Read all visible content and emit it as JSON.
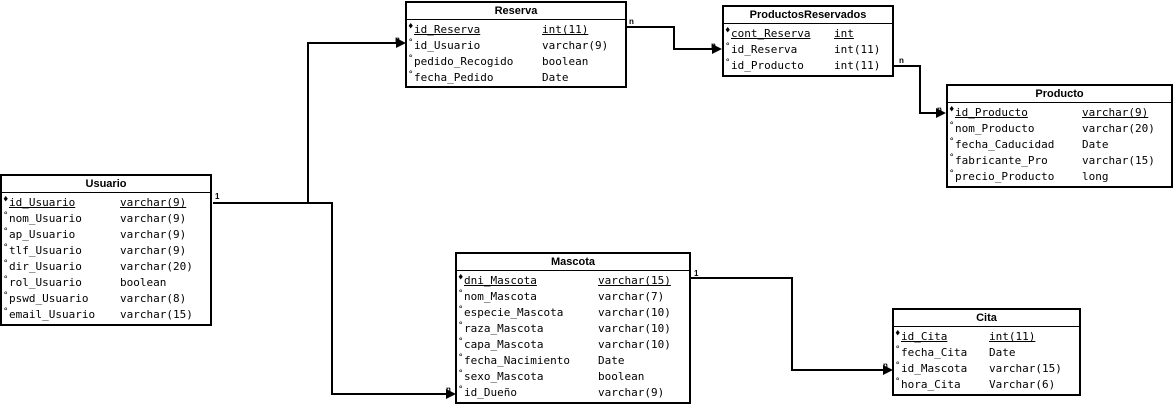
{
  "entities": {
    "reserva": {
      "title": "Reserva",
      "attributes": [
        {
          "marker": "♦",
          "name": "id_Reserva",
          "type": "int(11)",
          "pk": true
        },
        {
          "marker": "°",
          "name": "id_Usuario",
          "type": "varchar(9)"
        },
        {
          "marker": "°",
          "name": "pedido_Recogido",
          "type": "boolean"
        },
        {
          "marker": "°",
          "name": "fecha_Pedido",
          "type": "Date"
        }
      ]
    },
    "productos_reservados": {
      "title": "ProductosReservados",
      "attributes": [
        {
          "marker": "♦",
          "name": "cont_Reserva",
          "type": "int",
          "pk": true
        },
        {
          "marker": "°",
          "name": "id_Reserva",
          "type": "int(11)"
        },
        {
          "marker": "°",
          "name": "id_Producto",
          "type": "int(11)"
        }
      ]
    },
    "producto": {
      "title": "Producto",
      "attributes": [
        {
          "marker": "♦",
          "name": "id_Producto",
          "type": "varchar(9)",
          "pk": true
        },
        {
          "marker": "°",
          "name": "nom_Producto",
          "type": "varchar(20)"
        },
        {
          "marker": "°",
          "name": "fecha_Caducidad",
          "type": "Date"
        },
        {
          "marker": "°",
          "name": "fabricante_Pro",
          "type": "varchar(15)"
        },
        {
          "marker": "°",
          "name": "precio_Producto",
          "type": "long"
        }
      ]
    },
    "usuario": {
      "title": "Usuario",
      "attributes": [
        {
          "marker": "♦",
          "name": "id_Usuario",
          "type": "varchar(9)",
          "pk": true
        },
        {
          "marker": "°",
          "name": "nom_Usuario",
          "type": "varchar(9)"
        },
        {
          "marker": "°",
          "name": "ap_Usuario",
          "type": "varchar(9)"
        },
        {
          "marker": "°",
          "name": "tlf_Usuario",
          "type": "varchar(9)"
        },
        {
          "marker": "°",
          "name": "dir_Usuario",
          "type": "varchar(20)"
        },
        {
          "marker": "°",
          "name": "rol_Usuario",
          "type": "boolean"
        },
        {
          "marker": "°",
          "name": "pswd_Usuario",
          "type": "varchar(8)"
        },
        {
          "marker": "°",
          "name": "email_Usuario",
          "type": "varchar(15)"
        }
      ]
    },
    "mascota": {
      "title": "Mascota",
      "attributes": [
        {
          "marker": "♦",
          "name": "dni_Mascota",
          "type": "varchar(15)",
          "pk": true
        },
        {
          "marker": "°",
          "name": "nom_Mascota",
          "type": "varchar(7)"
        },
        {
          "marker": "°",
          "name": "especie_Mascota",
          "type": "varchar(10)"
        },
        {
          "marker": "°",
          "name": "raza_Mascota",
          "type": "varchar(10)"
        },
        {
          "marker": "°",
          "name": "capa_Mascota",
          "type": "varchar(10)"
        },
        {
          "marker": "°",
          "name": "fecha_Nacimiento",
          "type": "Date"
        },
        {
          "marker": "°",
          "name": "sexo_Mascota",
          "type": "boolean"
        },
        {
          "marker": "°",
          "name": "id_Dueño",
          "type": "varchar(9)"
        }
      ]
    },
    "cita": {
      "title": "Cita",
      "attributes": [
        {
          "marker": "♦",
          "name": "id_Cita",
          "type": "int(11)",
          "pk": true
        },
        {
          "marker": "°",
          "name": "fecha_Cita",
          "type": "Date"
        },
        {
          "marker": "°",
          "name": "id_Mascota",
          "type": "varchar(15)"
        },
        {
          "marker": "°",
          "name": "hora_Cita",
          "type": "Varchar(6)"
        }
      ]
    }
  },
  "cardinalities": {
    "usuario_side": "1",
    "reserva_side": "n",
    "mascota_side": "n",
    "reserva_to_pr": "n",
    "pr_from_reserva": "n",
    "pr_to_producto": "n",
    "producto_side": "n",
    "mascota_to_cita": "1",
    "cita_side": "n"
  }
}
